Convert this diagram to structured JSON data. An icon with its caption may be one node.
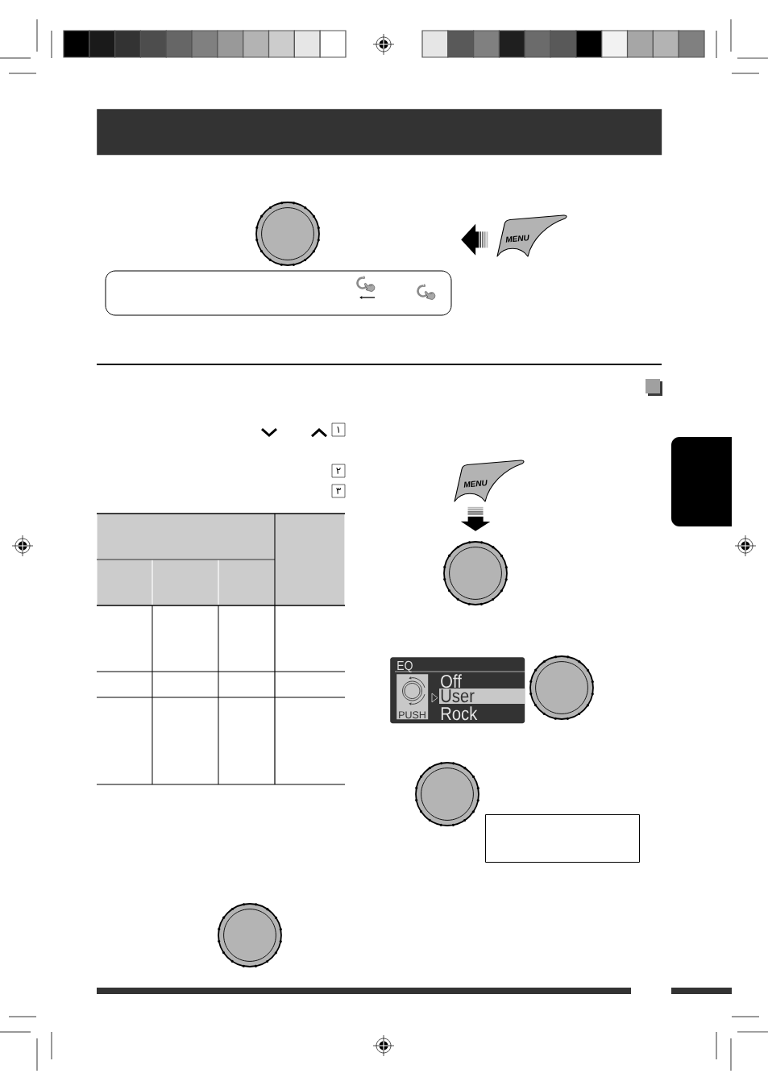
{
  "diagram": {
    "nodes": [
      {
        "text": [],
        "shape": "bar"
      },
      {
        "text": [],
        "shape": "circle"
      },
      {
        "text": [
          "MENU"
        ]
      },
      {
        "text": [],
        "shape": "box"
      },
      {
        "text": [
          "MENU"
        ]
      },
      {
        "text": [],
        "shape": "circle"
      },
      {
        "text": [
          "EQ",
          "Off",
          "User",
          "Rock"
        ]
      },
      {
        "text": [
          "PUSH"
        ],
        "in": 6
      },
      {
        "text": [],
        "shape": "circle"
      },
      {
        "text": [],
        "shape": "circle"
      },
      {
        "text": [],
        "shape": "box"
      },
      {
        "text": [],
        "shape": "circle"
      }
    ],
    "edges": [
      {
        "from": 2,
        "to": null,
        "arrow": "to"
      },
      {
        "from": 4,
        "to": 5,
        "arrow": "to"
      }
    ],
    "labels": [
      "١",
      "٢",
      "٣"
    ]
  }
}
